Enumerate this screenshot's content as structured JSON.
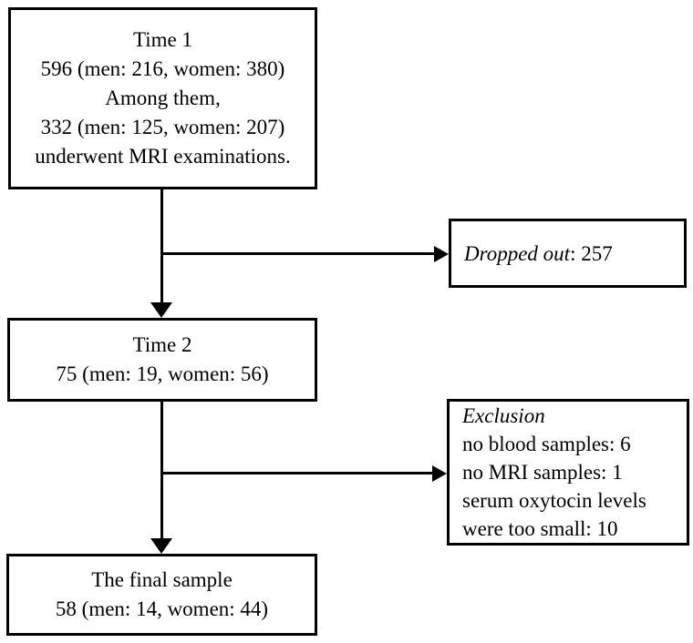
{
  "figure": {
    "background_color": "#ffffff",
    "line_color": "#000000",
    "type": "participant-flow-diagram"
  },
  "boxes": {
    "time1": {
      "lines": [
        "Time 1",
        "596 (men: 216, women: 380)",
        "Among them,",
        "332 (men: 125, women: 207)",
        "underwent MRI examinations."
      ]
    },
    "dropped_out": {
      "label_italic": "Dropped out",
      "label_rest": ": 257"
    },
    "time2": {
      "lines": [
        "Time 2",
        "75 (men: 19, women: 56)"
      ]
    },
    "exclusion": {
      "title_italic": "Exclusion",
      "lines": [
        "no blood samples: 6",
        "no MRI samples: 1",
        "serum oxytocin levels",
        "were too small: 10"
      ]
    },
    "final_sample": {
      "lines": [
        "The final sample",
        "58 (men: 14, women: 44)"
      ]
    }
  }
}
